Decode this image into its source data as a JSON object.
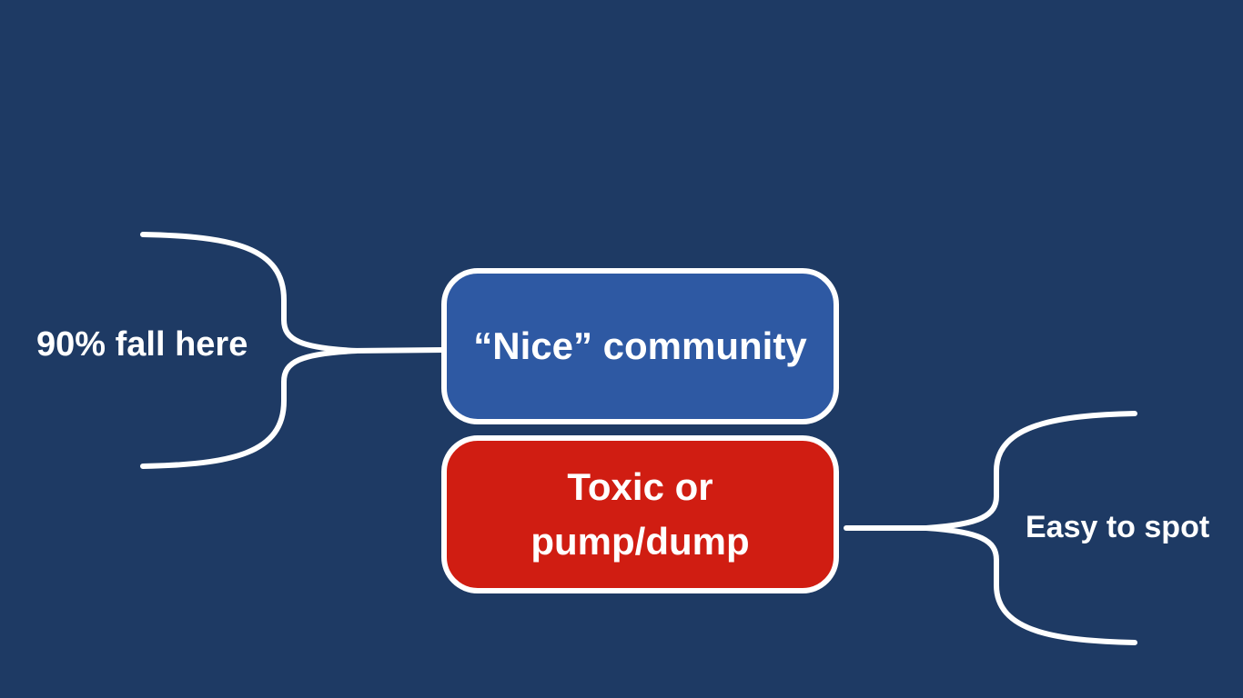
{
  "canvas": {
    "background_color": "#1E3A64",
    "stroke_color": "#FFFFFF"
  },
  "boxes": {
    "nice": {
      "label": "“Nice” community",
      "fill": "#2E59A3",
      "border": "#FFFFFF"
    },
    "toxic": {
      "line1": "Toxic or",
      "line2": "pump/dump",
      "fill": "#D01D12",
      "border": "#FFFFFF"
    }
  },
  "annotations": {
    "left": "90% fall here",
    "right": "Easy to spot"
  }
}
